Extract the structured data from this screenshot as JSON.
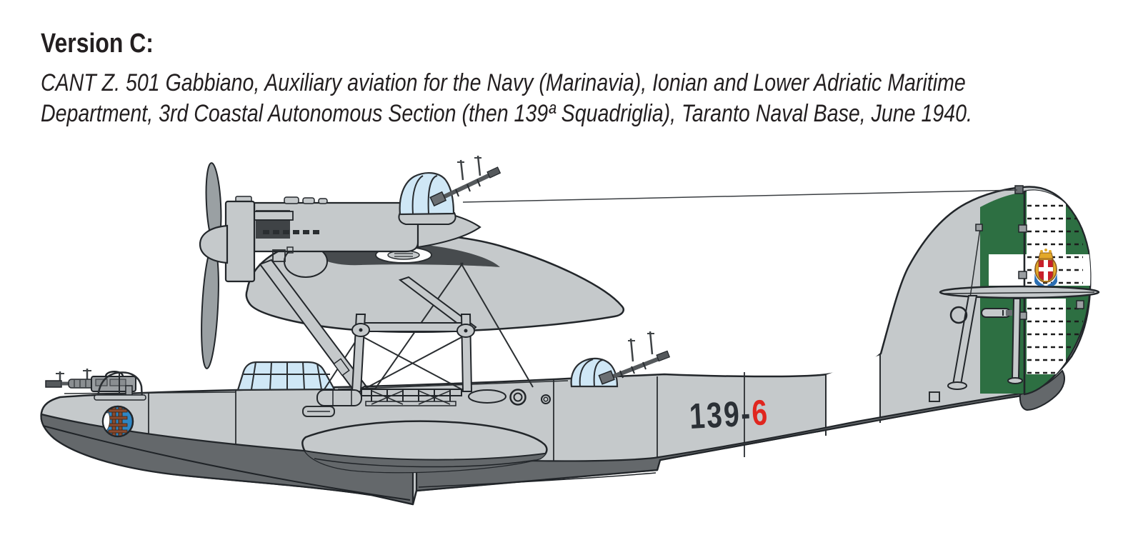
{
  "header": {
    "title": "Version C:"
  },
  "description": {
    "line1": "CANT Z. 501 Gabbiano, Auxiliary aviation for the Navy (Marinavia), Ionian and Lower Adriatic Maritime",
    "line2": "Department, 3rd Coastal Autonomous Section (then 139ª Squadriglia), Taranto Naval Base, June 1940."
  },
  "aircraft": {
    "name": "CANT Z. 501 Gabbiano",
    "fuselage_code": {
      "group": "139-",
      "individual": "6"
    },
    "colors": {
      "upper_surfaces": "#c5c9cb",
      "lower_hull": "#64686b",
      "wing_shadow": "#474b4e",
      "outline": "#22262a",
      "rudder_green": "#2d6f42",
      "rudder_white": "#ffffff",
      "code_black": "#2b3036",
      "code_red": "#e0261f",
      "glazing_blue": "#cfe7f6",
      "emblem_blue": "#2f86c4",
      "emblem_brown": "#8a4a2e",
      "crest_red": "#c8202b",
      "crest_gold": "#e2a829",
      "crest_blue": "#2b6fb3"
    }
  }
}
